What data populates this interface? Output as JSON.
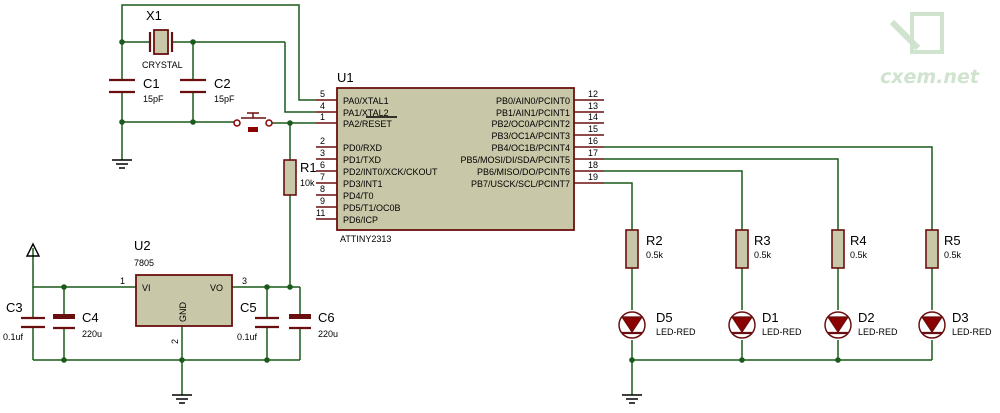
{
  "watermark": {
    "text": "cxem.net"
  },
  "mcu": {
    "ref": "U1",
    "value": "ATTINY2313",
    "left_pins": [
      {
        "num": "5",
        "label": "PA0/XTAL1"
      },
      {
        "num": "4",
        "label": "PA1/XTAL2"
      },
      {
        "num": "1",
        "label": "PA2/RESET"
      },
      {
        "num": "2",
        "label": "PD0/RXD"
      },
      {
        "num": "3",
        "label": "PD1/TXD"
      },
      {
        "num": "6",
        "label": "PD2/INT0/XCK/CKOUT"
      },
      {
        "num": "7",
        "label": "PD3/INT1"
      },
      {
        "num": "8",
        "label": "PD4/T0"
      },
      {
        "num": "9",
        "label": "PD5/T1/OC0B"
      },
      {
        "num": "11",
        "label": "PD6/ICP"
      }
    ],
    "right_pins": [
      {
        "num": "12",
        "label": "PB0/AIN0/PCINT0"
      },
      {
        "num": "13",
        "label": "PB1/AIN1/PCINT1"
      },
      {
        "num": "14",
        "label": "PB2/OC0A/PCINT2"
      },
      {
        "num": "15",
        "label": "PB3/OC1A/PCINT3"
      },
      {
        "num": "16",
        "label": "PB4/OC1B/PCINT4"
      },
      {
        "num": "17",
        "label": "PB5/MOSI/DI/SDA/PCINT5"
      },
      {
        "num": "18",
        "label": "PB6/MISO/DO/PCINT6"
      },
      {
        "num": "19",
        "label": "PB7/USCK/SCL/PCINT7"
      }
    ]
  },
  "crystal": {
    "ref": "X1",
    "value": "CRYSTAL"
  },
  "c1": {
    "ref": "C1",
    "value": "15pF"
  },
  "c2": {
    "ref": "C2",
    "value": "15pF"
  },
  "r1": {
    "ref": "R1",
    "value": "10k"
  },
  "regulator": {
    "ref": "U2",
    "value": "7805",
    "vi": "VI",
    "vo": "VO",
    "gnd": "GND",
    "pin_in": "1",
    "pin_out": "3",
    "pin_gnd": "2"
  },
  "c3": {
    "ref": "C3",
    "value": "0.1uf"
  },
  "c4": {
    "ref": "C4",
    "value": "220u"
  },
  "c5": {
    "ref": "C5",
    "value": "0.1uf"
  },
  "c6": {
    "ref": "C6",
    "value": "220u"
  },
  "resistors": [
    {
      "ref": "R2",
      "value": "0.5k"
    },
    {
      "ref": "R3",
      "value": "0.5k"
    },
    {
      "ref": "R4",
      "value": "0.5k"
    },
    {
      "ref": "R5",
      "value": "0.5k"
    }
  ],
  "leds": [
    {
      "ref": "D5",
      "value": "LED-RED"
    },
    {
      "ref": "D1",
      "value": "LED-RED"
    },
    {
      "ref": "D2",
      "value": "LED-RED"
    },
    {
      "ref": "D3",
      "value": "LED-RED"
    }
  ]
}
